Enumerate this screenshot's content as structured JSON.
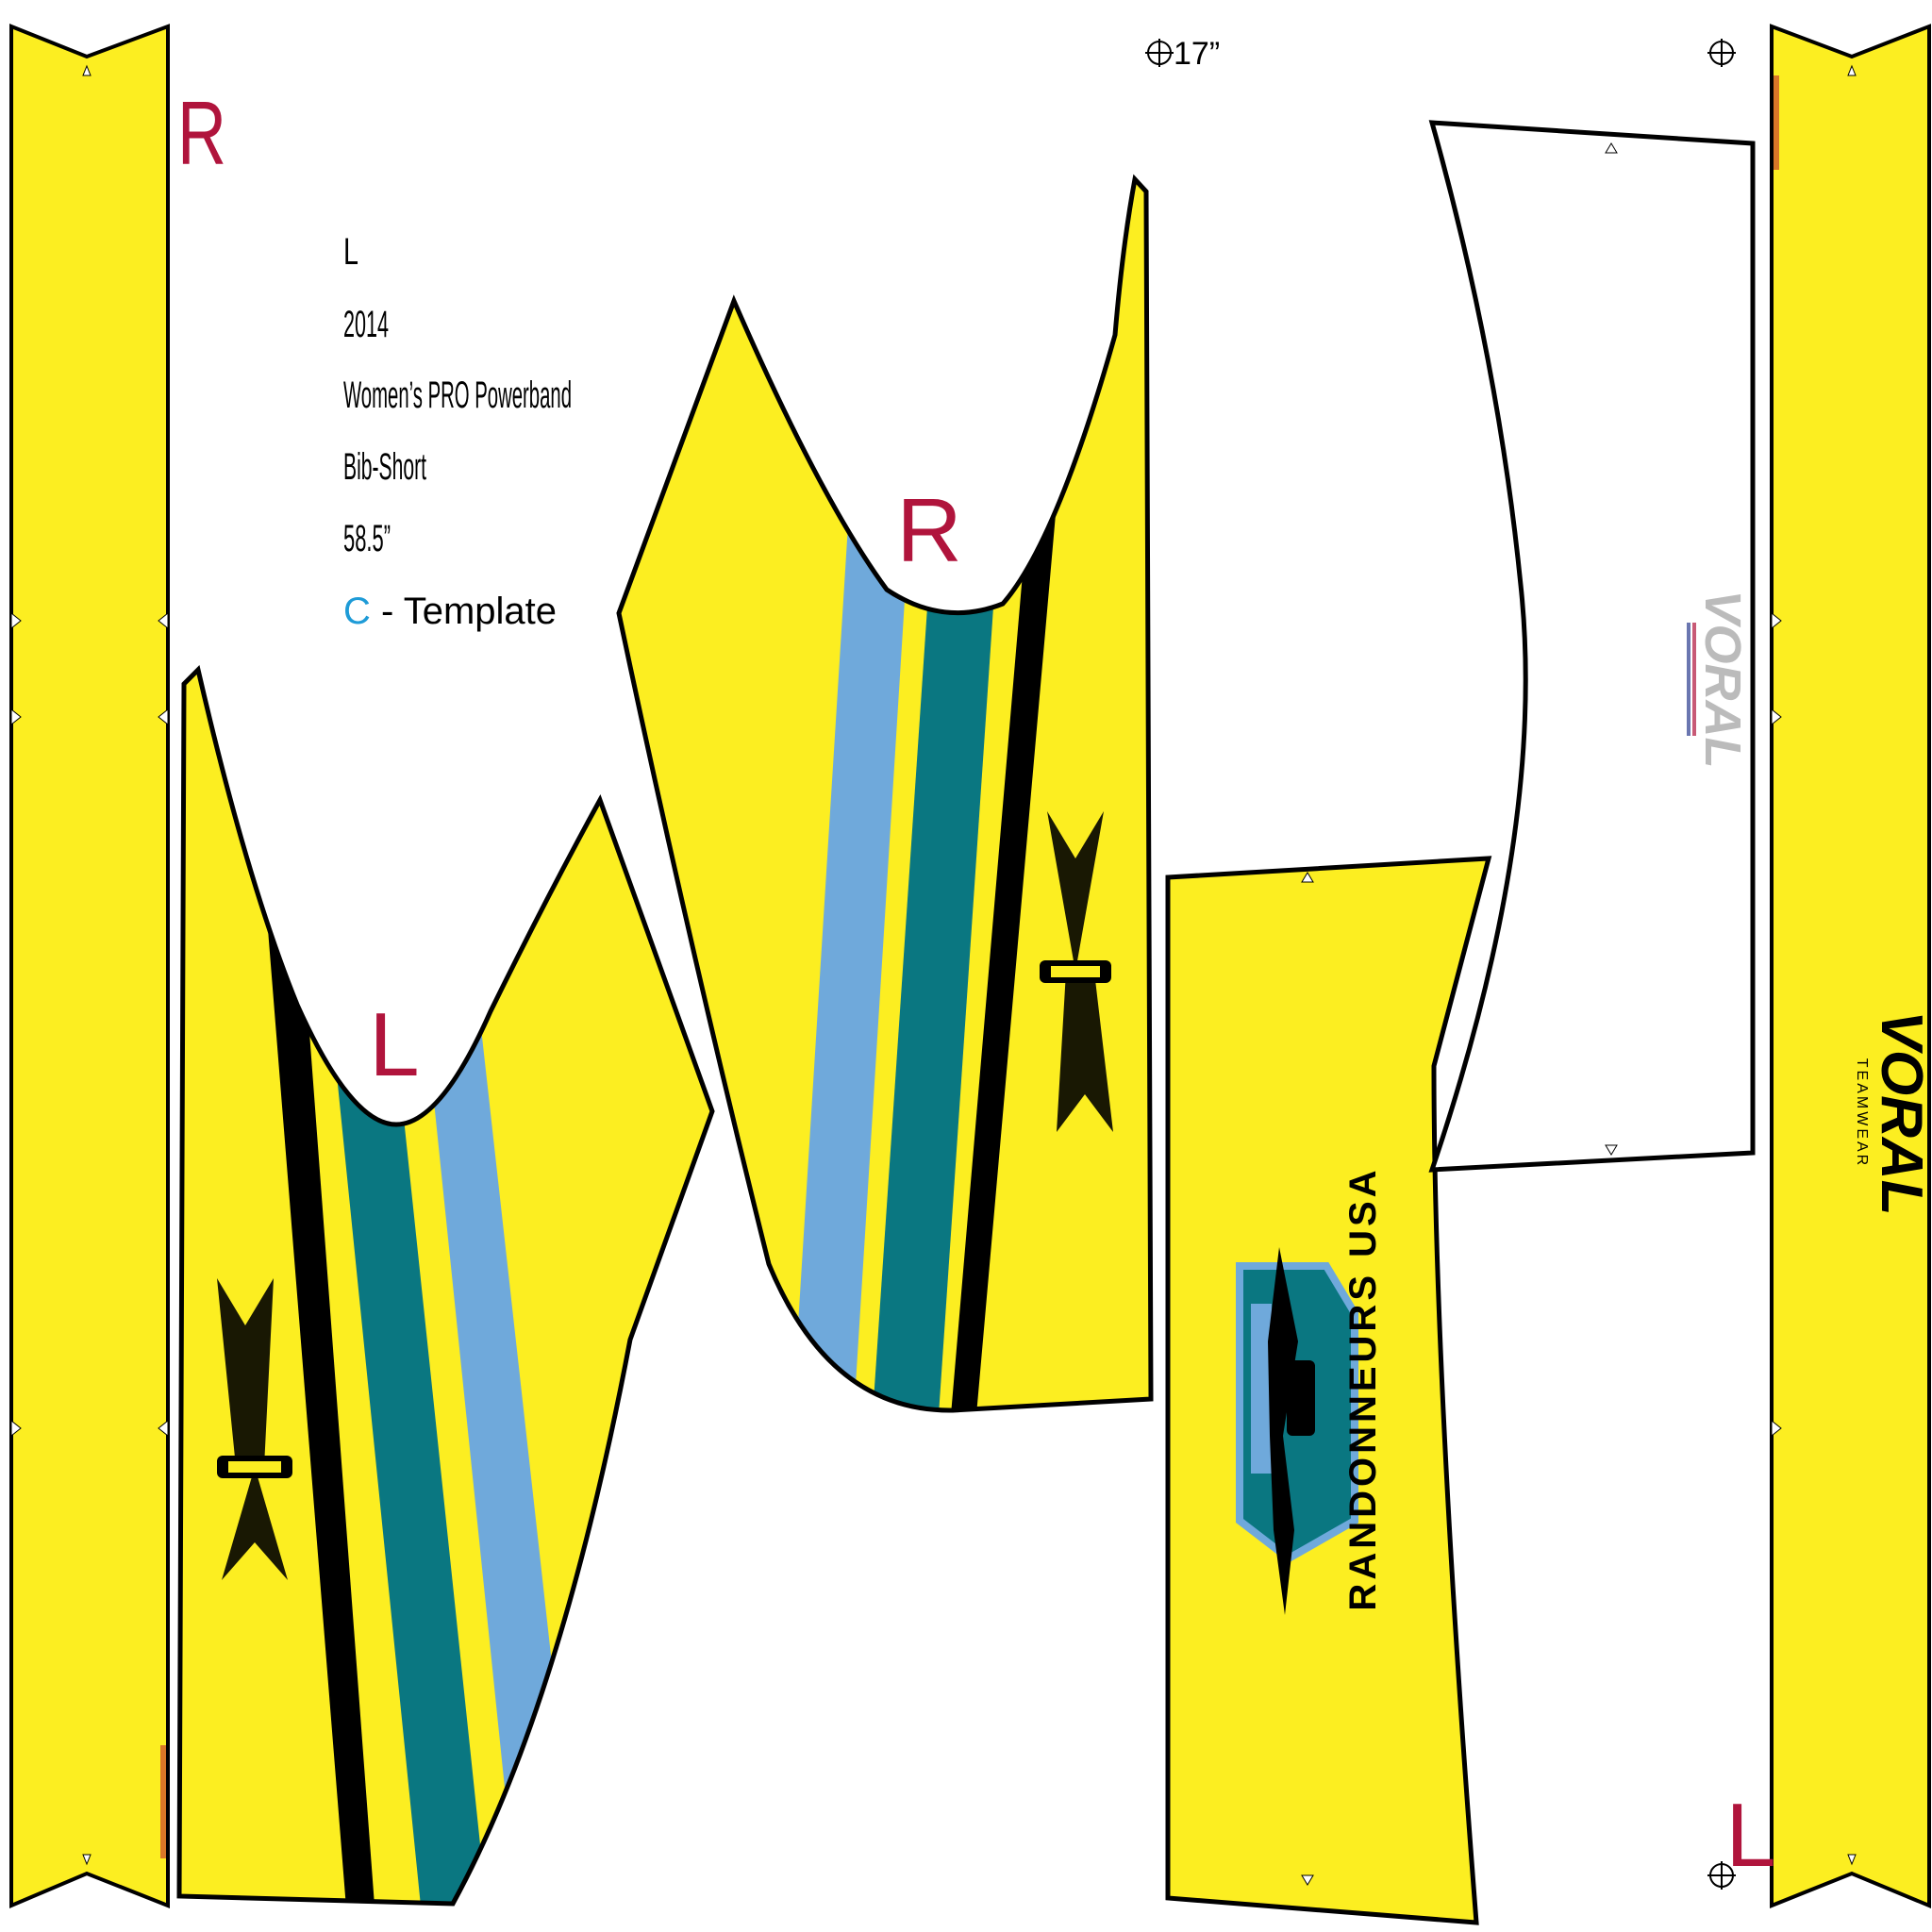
{
  "sheet": {
    "spec": {
      "size": "L",
      "year": "2014",
      "product_line1": "Women’s PRO Powerband",
      "product_line2": "Bib-Short",
      "length": "58.5”",
      "template_letter": "C",
      "template_suffix": " - Template"
    },
    "width_marker": "17”",
    "side_labels": {
      "top_left": "R",
      "left_panel": "L",
      "right_panel": "R",
      "bottom_right": "L"
    },
    "side_panel_text": "RANDONNEURS USA",
    "strap_logo": "VORAL",
    "strap_logo_sub": "TEAMWEAR"
  },
  "colors": {
    "panel_yellow": "#FCEE21",
    "stripe_teal": "#0A7781",
    "stripe_lightblue": "#6FA9DB",
    "stripe_black": "#000000",
    "label_red": "#B0143C",
    "template_blue": "#1E9BD7",
    "outline": "#000000"
  },
  "icons": {
    "cyclist_emblem": "winged-cyclist-icon",
    "registration_mark": "crosshair-icon",
    "club_badge": "minnesota-randonneurs-badge-icon"
  }
}
